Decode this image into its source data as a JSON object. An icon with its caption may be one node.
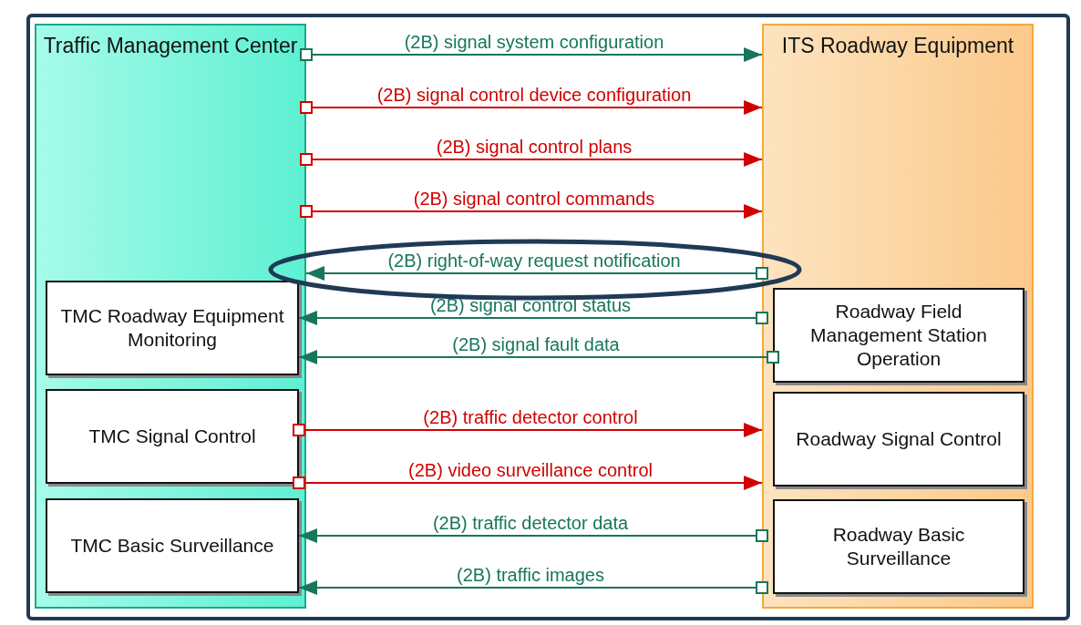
{
  "diagram": {
    "nodes": [
      {
        "text": [
          "Traffic Management Center"
        ]
      },
      {
        "text": [
          "TMC Roadway Equipment Monitoring"
        ],
        "in": 0
      },
      {
        "text": [
          "TMC Signal Control"
        ],
        "in": 0
      },
      {
        "text": [
          "TMC Basic Surveillance"
        ],
        "in": 0
      },
      {
        "text": [
          "ITS Roadway Equipment"
        ]
      },
      {
        "text": [
          "Roadway Field Management Station Operation"
        ],
        "in": 4
      },
      {
        "text": [
          "Roadway Signal Control"
        ],
        "in": 4
      },
      {
        "text": [
          "Roadway Basic Surveillance"
        ],
        "in": 4
      }
    ],
    "edges": [
      {
        "from": 0,
        "to": 4,
        "arrow": "to",
        "label": "(2B) signal system configuration",
        "color": "#17765c"
      },
      {
        "from": 0,
        "to": 4,
        "arrow": "to",
        "label": "(2B) signal control device configuration",
        "color": "#d10000"
      },
      {
        "from": 0,
        "to": 4,
        "arrow": "to",
        "label": "(2B) signal control plans",
        "color": "#d10000"
      },
      {
        "from": 0,
        "to": 4,
        "arrow": "to",
        "label": "(2B) signal control commands",
        "color": "#d10000"
      },
      {
        "from": 4,
        "to": 0,
        "arrow": "to",
        "label": "(2B) right-of-way request notification",
        "color": "#17765c"
      },
      {
        "from": 4,
        "to": 1,
        "arrow": "to",
        "label": "(2B) signal control status",
        "color": "#17765c"
      },
      {
        "from": 5,
        "to": 1,
        "arrow": "to",
        "label": "(2B) signal fault data",
        "color": "#17765c"
      },
      {
        "from": 2,
        "to": 4,
        "arrow": "to",
        "label": "(2B) traffic detector control",
        "color": "#d10000"
      },
      {
        "from": 2,
        "to": 4,
        "arrow": "to",
        "label": "(2B) video surveillance control",
        "color": "#d10000"
      },
      {
        "from": 4,
        "to": 3,
        "arrow": "to",
        "label": "(2B) traffic detector data",
        "color": "#17765c"
      },
      {
        "from": 4,
        "to": 3,
        "arrow": "to",
        "label": "(2B) traffic images",
        "color": "#17765c"
      }
    ]
  }
}
